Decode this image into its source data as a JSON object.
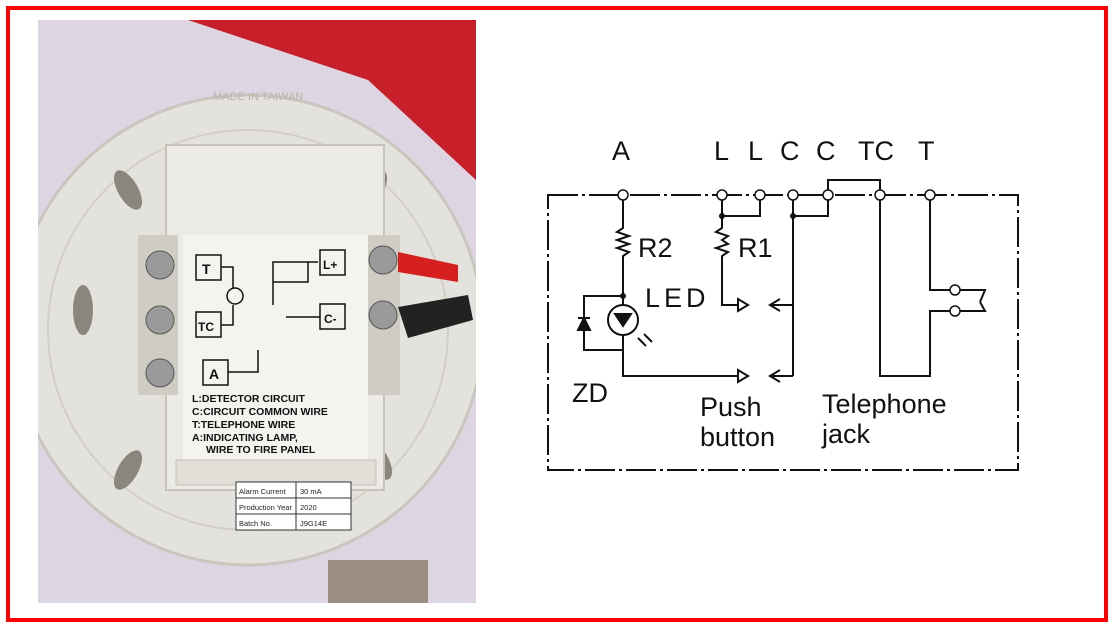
{
  "photo": {
    "embossed_text": "MADE IN TAIWAN",
    "terminals": [
      "T",
      "TC",
      "A",
      "L+",
      "C-"
    ],
    "legend": [
      "L:DETECTOR CIRCUIT",
      "C:CIRCUIT COMMON WIRE",
      "T:TELEPHONE WIRE",
      "A:INDICATING LAMP,",
      "WIRE TO FIRE PANEL"
    ],
    "label_table": [
      [
        "Alarm Current",
        "30 mA"
      ],
      [
        "Production Year",
        "2020"
      ],
      [
        "Batch No.",
        "J9G14E"
      ]
    ]
  },
  "diagram": {
    "terminals": [
      "A",
      "L",
      "L",
      "C",
      "C",
      "TC",
      "T"
    ],
    "components": {
      "r2": "R2",
      "r1": "R1",
      "led": "LED",
      "zd": "ZD"
    },
    "labels": {
      "push_line1": "Push",
      "push_line2": "button",
      "jack_line1": "Telephone",
      "jack_line2": "jack"
    }
  },
  "colors": {
    "frame": "#ff0000",
    "plate": "#e4e2dc",
    "background_red": "#c8202a"
  }
}
